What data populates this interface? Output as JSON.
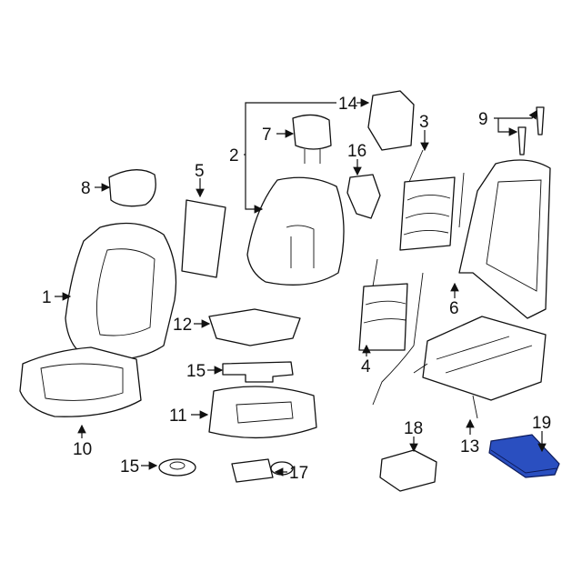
{
  "callouts": {
    "c1": "1",
    "c2": "2",
    "c3": "3",
    "c4": "4",
    "c5": "5",
    "c6": "6",
    "c7": "7",
    "c8": "8",
    "c9": "9",
    "c10": "10",
    "c11": "11",
    "c12": "12",
    "c13": "13",
    "c14": "14",
    "c15a": "15",
    "c15b": "15",
    "c16": "16",
    "c17": "17",
    "c18": "18",
    "c19": "19"
  },
  "colors": {
    "highlight": "#2a4fc0",
    "line": "#111111"
  }
}
